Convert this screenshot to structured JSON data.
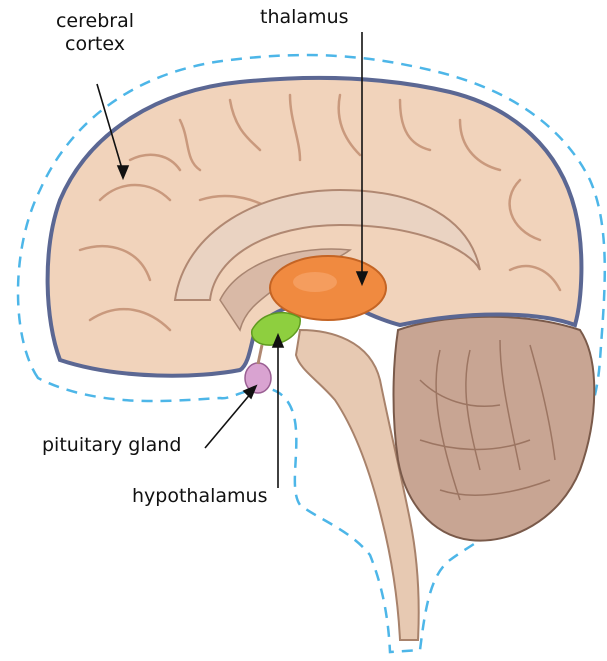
{
  "labels": {
    "cerebral_cortex_line1": "cerebral",
    "cerebral_cortex_line2": "cortex",
    "thalamus": "thalamus",
    "pituitary_gland": "pituitary gland",
    "hypothalamus": "hypothalamus"
  },
  "colors": {
    "outline_dash": "#4db6e8",
    "cortex": "#f1d3bb",
    "cortex_fold": "#c9997d",
    "thalamus": "#f08a40",
    "hypothalamus": "#8ecf3f",
    "pituitary": "#d9a3d1",
    "cerebellum": "#c8a593",
    "brainstem": "#e7c9b2",
    "meninges": "#5b6793"
  }
}
